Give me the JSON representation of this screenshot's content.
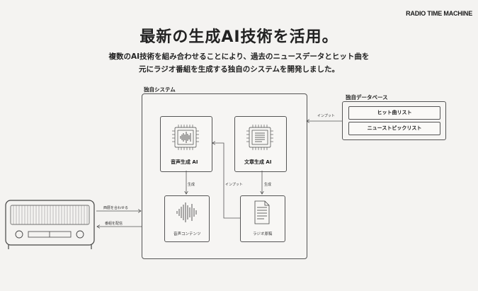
{
  "brand": "RADIO TIME MACHINE",
  "headline": "最新の生成AI技術を活用。",
  "subtitle_line1": "複数のAI技術を組み合わせることにより、過去のニュースデータとヒット曲を",
  "subtitle_line2": "元にラジオ番組を生成する独自のシステムを開発しました。",
  "system_label": "独自システム",
  "database": {
    "label": "独自データベース",
    "items": [
      "ヒット曲リスト",
      "ニューストピックリスト"
    ]
  },
  "nodes": {
    "audio_ai": "音声生成 AI",
    "text_ai": "文章生成 AI",
    "audio_content": "音声コンテンツ",
    "radio_script": "ラジオ原稿"
  },
  "arrows": {
    "input_from_db": "インプット",
    "input_feedback": "インプット",
    "generate_audio": "生成",
    "generate_text": "生成",
    "sync_time": "西暦を合わせる",
    "deliver": "番組を配信"
  }
}
